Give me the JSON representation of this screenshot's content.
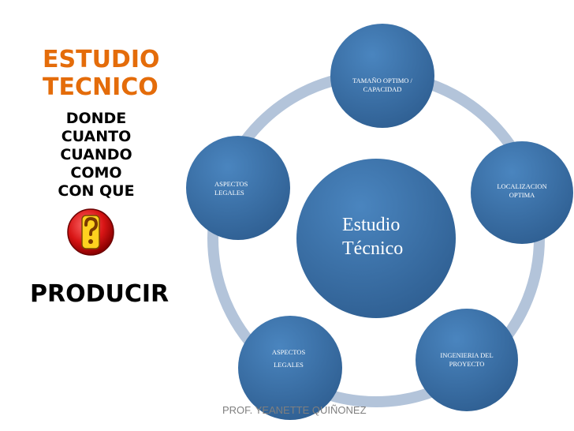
{
  "left_panel": {
    "title_line1": "ESTUDIO",
    "title_line2": "TECNICO",
    "questions": [
      "DONDE",
      "CUANTO",
      "CUANDO",
      "COMO",
      "CON QUE"
    ],
    "question_icon": "question-mark-icon",
    "produce": "PRODUCIR"
  },
  "diagram": {
    "center": "Estudio Técnico",
    "center_lines": [
      "Estudio",
      "Técnico"
    ],
    "nodes": [
      {
        "lines": [
          "TAMAÑO OPTIMO /",
          "CAPACIDAD"
        ]
      },
      {
        "lines": [
          "LOCALIZACION",
          "OPTIMA"
        ]
      },
      {
        "lines": [
          "INGENIERIA DEL",
          "PROYECTO"
        ]
      },
      {
        "lines": [
          "ASPECTOS",
          "LEGALES"
        ]
      },
      {
        "lines": [
          "ASPECTOS",
          "LEGALES"
        ]
      }
    ],
    "colors": {
      "node_fill": "#3f74a9",
      "center_fill": "#3b6ea3",
      "ring": "#b3c4da",
      "text": "#ffffff"
    }
  },
  "footer": "PROF. YEANETTE QUIÑONEZ",
  "colors": {
    "title": "#e46c0a",
    "footer": "#7f7f7f"
  }
}
